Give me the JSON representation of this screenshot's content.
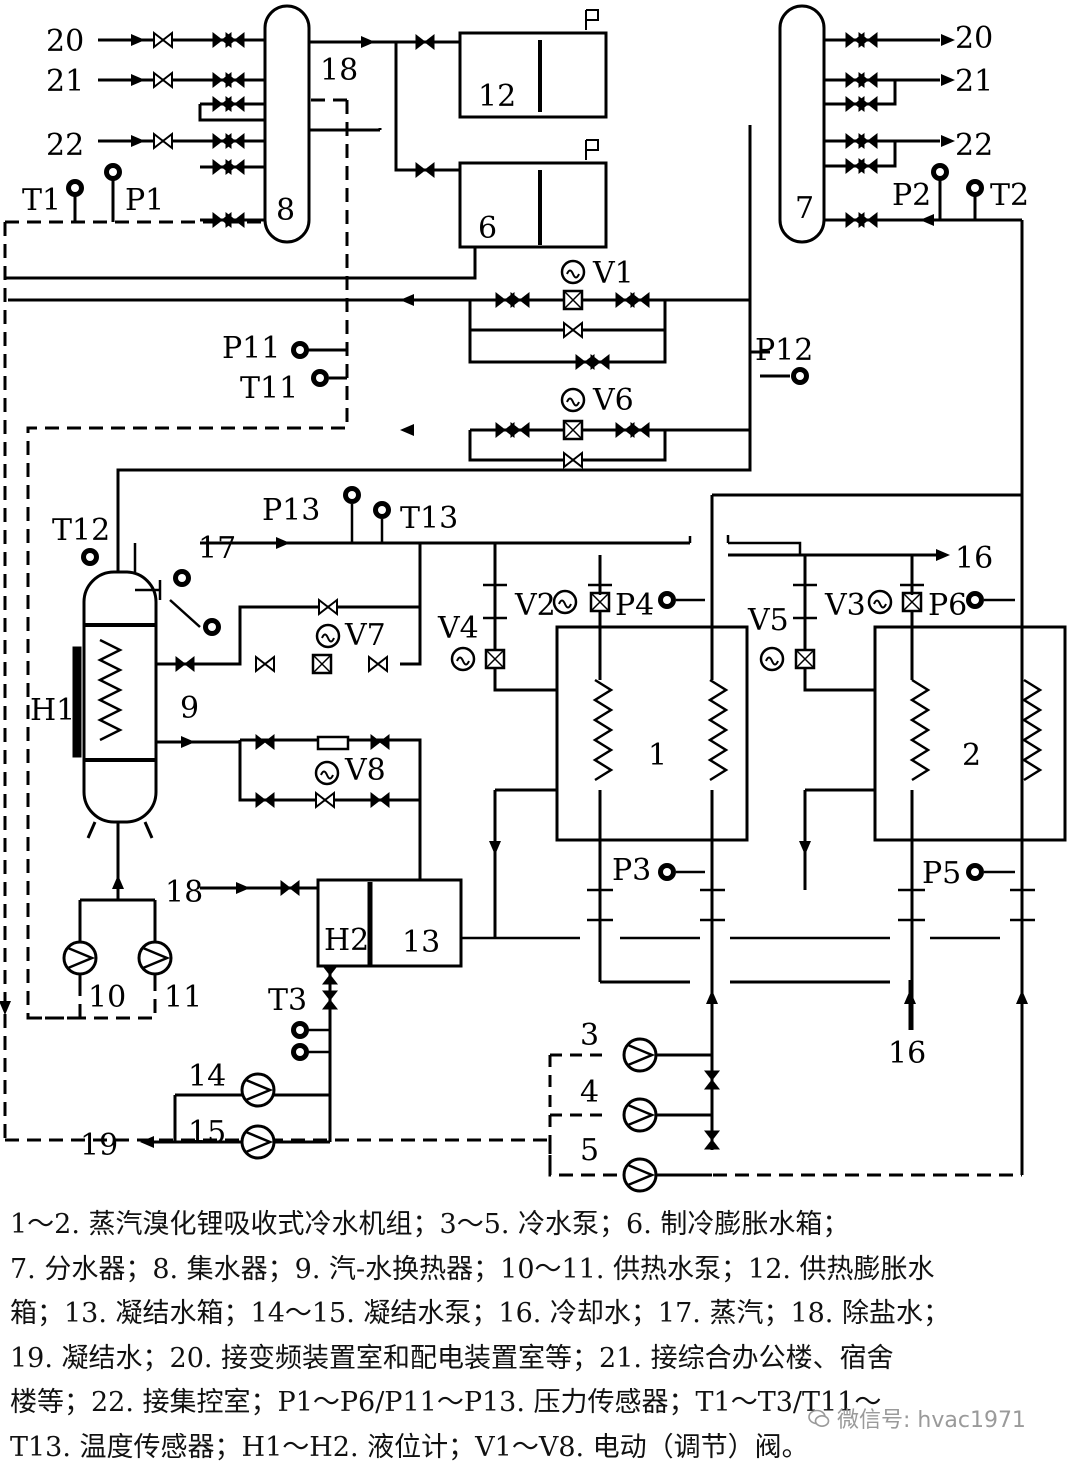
{
  "labels": {
    "n20a": "20",
    "n21a": "21",
    "n22a": "22",
    "n18a": "18",
    "n12": "12",
    "n6": "6",
    "n8": "8",
    "n20b": "20",
    "n21b": "21",
    "n22b": "22",
    "n7": "7",
    "t1": "T1",
    "p1": "P1",
    "p2": "P2",
    "t2": "T2",
    "v1": "V1",
    "v6": "V6",
    "p11": "P11",
    "t11": "T11",
    "p12": "P12",
    "p13": "P13",
    "t13": "T13",
    "t12": "T12",
    "n17": "17",
    "n16a": "16",
    "v2": "V2",
    "p4": "P4",
    "v4": "V4",
    "v5": "V5",
    "v3": "V3",
    "p6": "P6",
    "h1": "H1",
    "n9": "9",
    "v7": "V7",
    "v8": "V8",
    "u1": "1",
    "u2": "2",
    "p3": "P3",
    "p5": "P5",
    "n18b": "18",
    "h2": "H2",
    "n13": "13",
    "t3": "T3",
    "n10": "10",
    "n11": "11",
    "n3": "3",
    "n4": "4",
    "n5": "5",
    "n14": "14",
    "n15": "15",
    "n19": "19",
    "n16b": "16"
  },
  "caption": {
    "line1": "1～2. 蒸汽溴化锂吸收式冷水机组；3～5. 冷水泵；6. 制冷膨胀水箱；",
    "line2": "7. 分水器；8. 集水器；9. 汽-水换热器；10～11. 供热水泵；12. 供热膨胀水",
    "line3": "箱；13. 凝结水箱；14～15. 凝结水泵；16. 冷却水；17. 蒸汽；18. 除盐水；",
    "line4": "19. 凝结水；20. 接变频装置室和配电装置室等；21. 接综合办公楼、宿舍",
    "line5": "楼等；22. 接集控室；P1～P6/P11～P13. 压力传感器；T1～T3/T11～",
    "line6": "T13. 温度传感器；H1～H2. 液位计；V1～V8. 电动（调节）阀。"
  },
  "watermark": "微信号: hvac1971"
}
